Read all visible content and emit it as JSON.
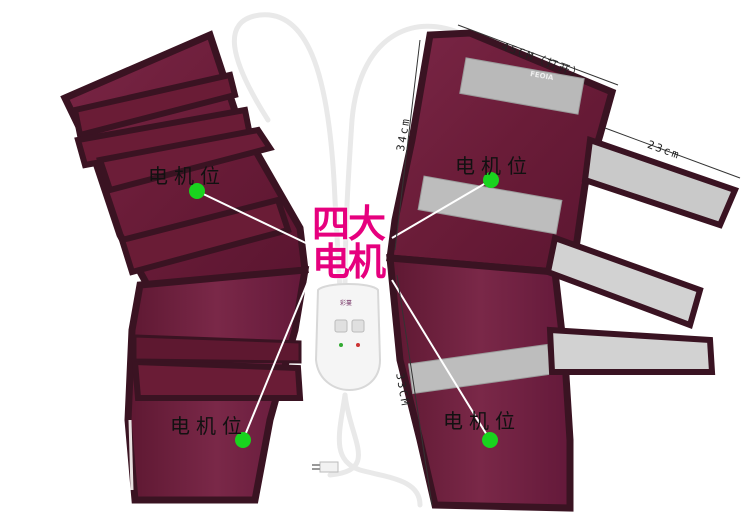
{
  "motor_label": "电机位",
  "headline": {
    "line1": "四大",
    "line2": "电机"
  },
  "dimensions": {
    "width_open": "45CM（打开）",
    "strap_length": "23cm",
    "top_height": "34cm",
    "bottom_height": "33CM"
  },
  "brand_logo": "FEOIA",
  "controller_text": "彩蔓",
  "colors": {
    "fabric": "#6e1f3c",
    "trim": "#3d1624",
    "strap": "#c8c8c8",
    "marker": "#19d31e",
    "headline": "#e6007e"
  }
}
